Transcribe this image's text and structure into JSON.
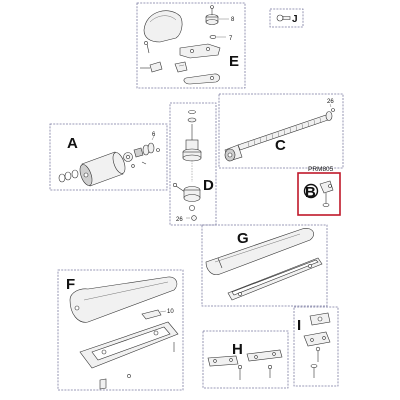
{
  "groups": {
    "a": {
      "letter": "A",
      "part_number": "6"
    },
    "b": {
      "letter": "B",
      "code": "PRM805"
    },
    "c": {
      "letter": "C",
      "part_number": "26"
    },
    "d": {
      "letter": "D",
      "part_number": "26"
    },
    "e": {
      "letter": "E",
      "part_numbers": [
        "8",
        "7"
      ]
    },
    "f": {
      "letter": "F",
      "part_number": "10"
    },
    "g": {
      "letter": "G"
    },
    "h": {
      "letter": "H"
    },
    "i": {
      "letter": "I"
    },
    "j": {
      "letter": "J"
    }
  }
}
